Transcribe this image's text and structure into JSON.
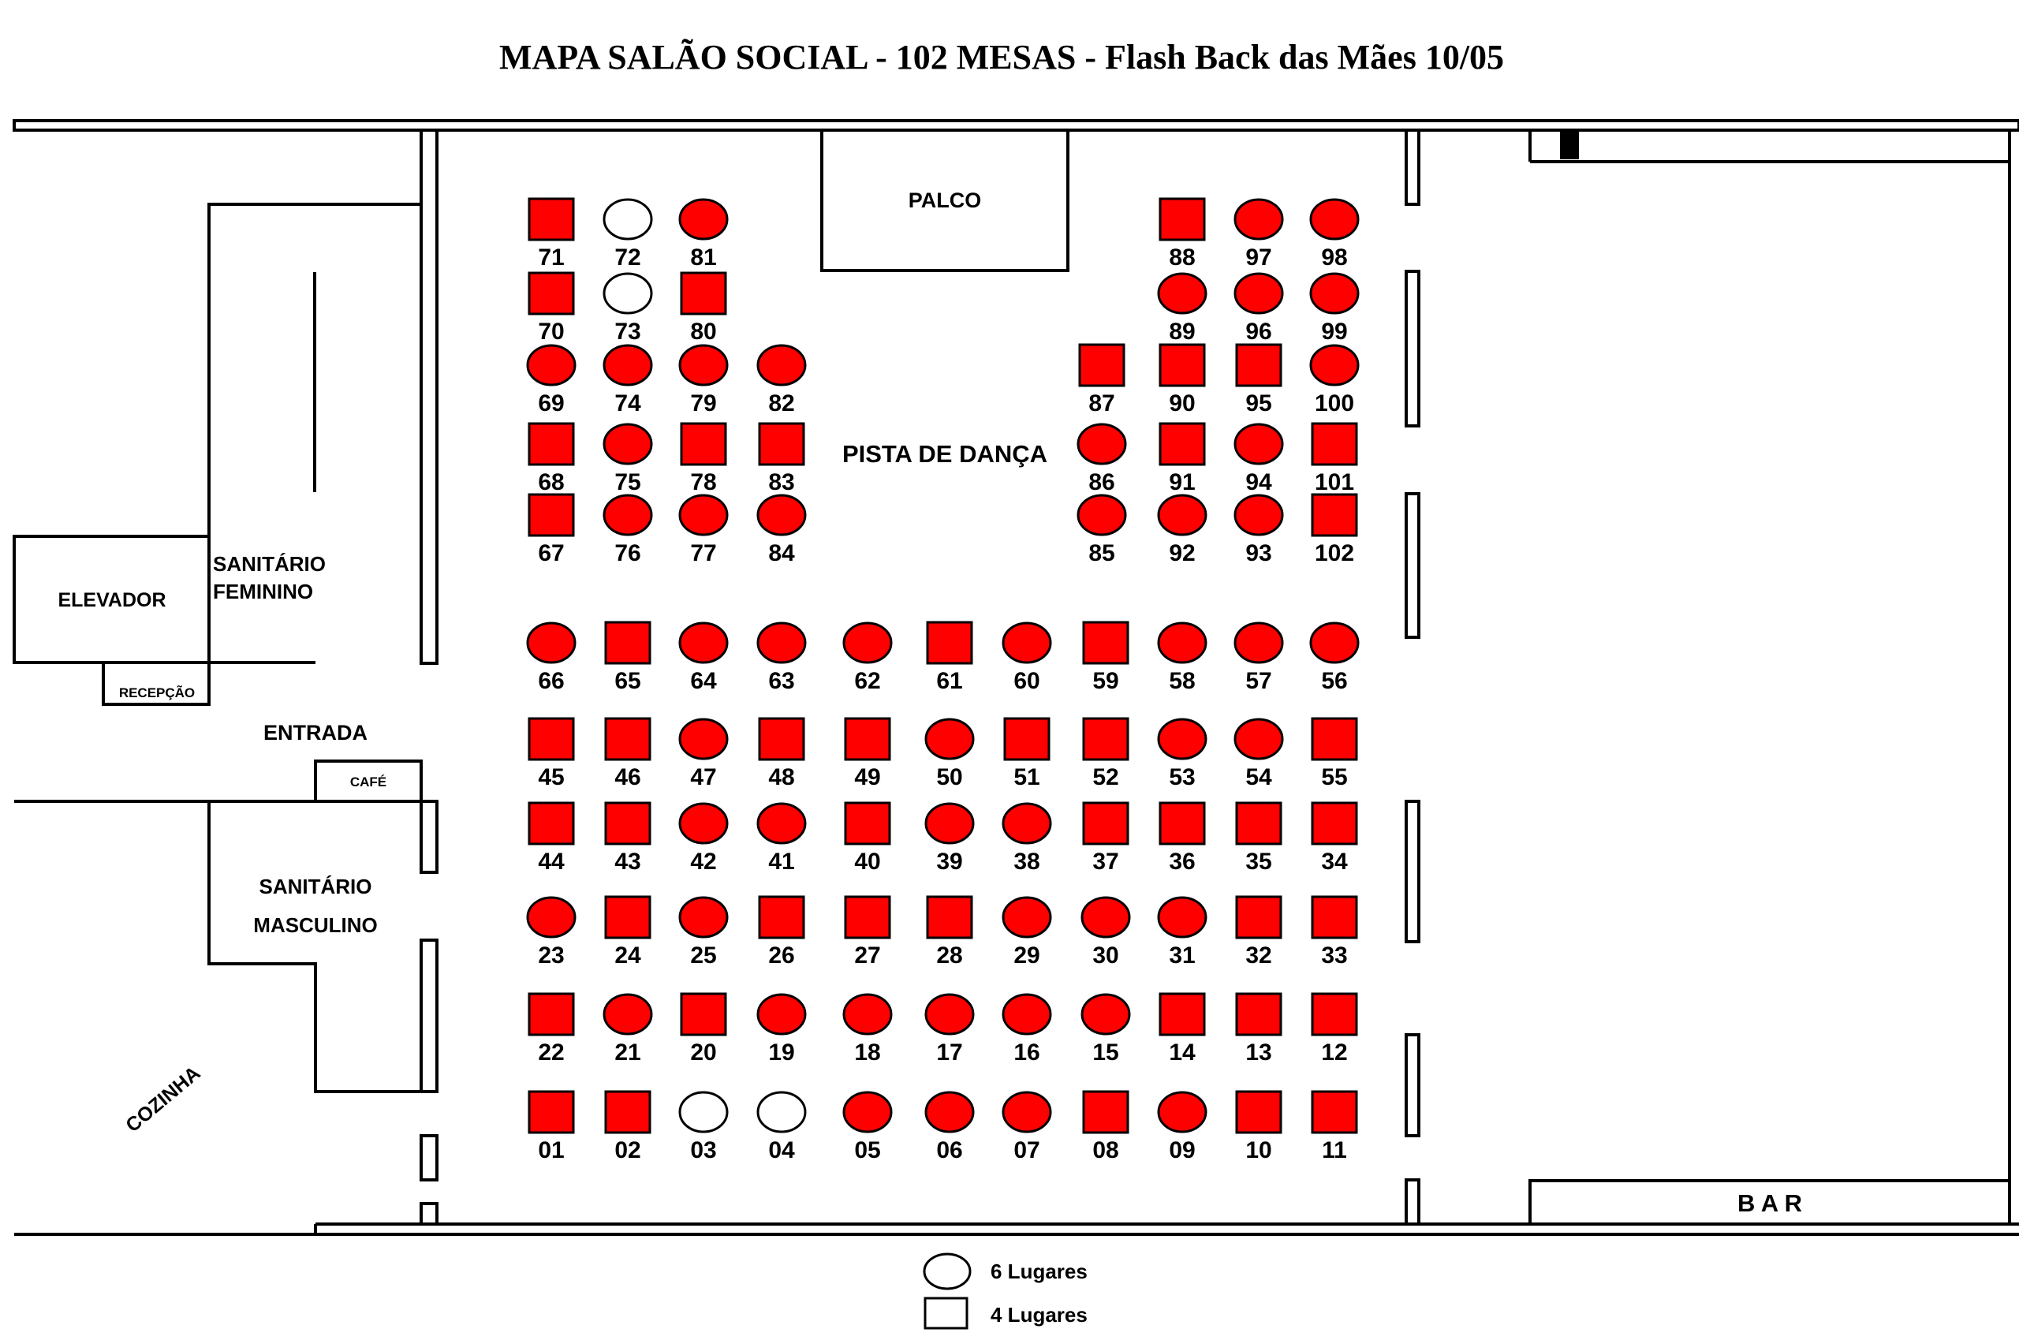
{
  "title": "MAPA SALÃO SOCIAL - 102 MESAS - Flash Back das Mães 10/05",
  "colors": {
    "occupied": "#ff0000",
    "free": "#ffffff",
    "stroke": "#000000"
  },
  "rooms": {
    "palco": "PALCO",
    "pista": "PISTA DE DANÇA",
    "elevador": "ELEVADOR",
    "recepcao": "RECEPÇÃO",
    "entrada": "ENTRADA",
    "cafe": "CAFÉ",
    "sanitario_feminino_1": "SANITÁRIO",
    "sanitario_feminino_2": "FEMININO",
    "sanitario_masculino_1": "SANITÁRIO",
    "sanitario_masculino_2": "MASCULINO",
    "cozinha": "COZINHA",
    "bar": "B A R"
  },
  "legend": {
    "circle_label": "6 Lugares",
    "square_label": "4 Lugares"
  },
  "tables": [
    {
      "n": "71",
      "shape": "square",
      "status": "occupied"
    },
    {
      "n": "72",
      "shape": "circle",
      "status": "free"
    },
    {
      "n": "81",
      "shape": "circle",
      "status": "occupied"
    },
    {
      "n": "70",
      "shape": "square",
      "status": "occupied"
    },
    {
      "n": "73",
      "shape": "circle",
      "status": "free"
    },
    {
      "n": "80",
      "shape": "square",
      "status": "occupied"
    },
    {
      "n": "69",
      "shape": "circle",
      "status": "occupied"
    },
    {
      "n": "74",
      "shape": "circle",
      "status": "occupied"
    },
    {
      "n": "79",
      "shape": "circle",
      "status": "occupied"
    },
    {
      "n": "82",
      "shape": "circle",
      "status": "occupied"
    },
    {
      "n": "68",
      "shape": "square",
      "status": "occupied"
    },
    {
      "n": "75",
      "shape": "circle",
      "status": "occupied"
    },
    {
      "n": "78",
      "shape": "square",
      "status": "occupied"
    },
    {
      "n": "83",
      "shape": "square",
      "status": "occupied"
    },
    {
      "n": "67",
      "shape": "square",
      "status": "occupied"
    },
    {
      "n": "76",
      "shape": "circle",
      "status": "occupied"
    },
    {
      "n": "77",
      "shape": "circle",
      "status": "occupied"
    },
    {
      "n": "84",
      "shape": "circle",
      "status": "occupied"
    },
    {
      "n": "88",
      "shape": "square",
      "status": "occupied"
    },
    {
      "n": "97",
      "shape": "circle",
      "status": "occupied"
    },
    {
      "n": "98",
      "shape": "circle",
      "status": "occupied"
    },
    {
      "n": "89",
      "shape": "circle",
      "status": "occupied"
    },
    {
      "n": "96",
      "shape": "circle",
      "status": "occupied"
    },
    {
      "n": "99",
      "shape": "circle",
      "status": "occupied"
    },
    {
      "n": "87",
      "shape": "square",
      "status": "occupied"
    },
    {
      "n": "90",
      "shape": "square",
      "status": "occupied"
    },
    {
      "n": "95",
      "shape": "square",
      "status": "occupied"
    },
    {
      "n": "100",
      "shape": "circle",
      "status": "occupied"
    },
    {
      "n": "86",
      "shape": "circle",
      "status": "occupied"
    },
    {
      "n": "91",
      "shape": "square",
      "status": "occupied"
    },
    {
      "n": "94",
      "shape": "circle",
      "status": "occupied"
    },
    {
      "n": "101",
      "shape": "square",
      "status": "occupied"
    },
    {
      "n": "85",
      "shape": "circle",
      "status": "occupied"
    },
    {
      "n": "92",
      "shape": "circle",
      "status": "occupied"
    },
    {
      "n": "93",
      "shape": "circle",
      "status": "occupied"
    },
    {
      "n": "102",
      "shape": "square",
      "status": "occupied"
    },
    {
      "n": "66",
      "shape": "circle",
      "status": "occupied"
    },
    {
      "n": "65",
      "shape": "square",
      "status": "occupied"
    },
    {
      "n": "64",
      "shape": "circle",
      "status": "occupied"
    },
    {
      "n": "63",
      "shape": "circle",
      "status": "occupied"
    },
    {
      "n": "62",
      "shape": "circle",
      "status": "occupied"
    },
    {
      "n": "61",
      "shape": "square",
      "status": "occupied"
    },
    {
      "n": "60",
      "shape": "circle",
      "status": "occupied"
    },
    {
      "n": "59",
      "shape": "square",
      "status": "occupied"
    },
    {
      "n": "58",
      "shape": "circle",
      "status": "occupied"
    },
    {
      "n": "57",
      "shape": "circle",
      "status": "occupied"
    },
    {
      "n": "56",
      "shape": "circle",
      "status": "occupied"
    },
    {
      "n": "45",
      "shape": "square",
      "status": "occupied"
    },
    {
      "n": "46",
      "shape": "square",
      "status": "occupied"
    },
    {
      "n": "47",
      "shape": "circle",
      "status": "occupied"
    },
    {
      "n": "48",
      "shape": "square",
      "status": "occupied"
    },
    {
      "n": "49",
      "shape": "square",
      "status": "occupied"
    },
    {
      "n": "50",
      "shape": "circle",
      "status": "occupied"
    },
    {
      "n": "51",
      "shape": "square",
      "status": "occupied"
    },
    {
      "n": "52",
      "shape": "square",
      "status": "occupied"
    },
    {
      "n": "53",
      "shape": "circle",
      "status": "occupied"
    },
    {
      "n": "54",
      "shape": "circle",
      "status": "occupied"
    },
    {
      "n": "55",
      "shape": "square",
      "status": "occupied"
    },
    {
      "n": "44",
      "shape": "square",
      "status": "occupied"
    },
    {
      "n": "43",
      "shape": "square",
      "status": "occupied"
    },
    {
      "n": "42",
      "shape": "circle",
      "status": "occupied"
    },
    {
      "n": "41",
      "shape": "circle",
      "status": "occupied"
    },
    {
      "n": "40",
      "shape": "square",
      "status": "occupied"
    },
    {
      "n": "39",
      "shape": "circle",
      "status": "occupied"
    },
    {
      "n": "38",
      "shape": "circle",
      "status": "occupied"
    },
    {
      "n": "37",
      "shape": "square",
      "status": "occupied"
    },
    {
      "n": "36",
      "shape": "square",
      "status": "occupied"
    },
    {
      "n": "35",
      "shape": "square",
      "status": "occupied"
    },
    {
      "n": "34",
      "shape": "square",
      "status": "occupied"
    },
    {
      "n": "23",
      "shape": "circle",
      "status": "occupied"
    },
    {
      "n": "24",
      "shape": "square",
      "status": "occupied"
    },
    {
      "n": "25",
      "shape": "circle",
      "status": "occupied"
    },
    {
      "n": "26",
      "shape": "square",
      "status": "occupied"
    },
    {
      "n": "27",
      "shape": "square",
      "status": "occupied"
    },
    {
      "n": "28",
      "shape": "square",
      "status": "occupied"
    },
    {
      "n": "29",
      "shape": "circle",
      "status": "occupied"
    },
    {
      "n": "30",
      "shape": "circle",
      "status": "occupied"
    },
    {
      "n": "31",
      "shape": "circle",
      "status": "occupied"
    },
    {
      "n": "32",
      "shape": "square",
      "status": "occupied"
    },
    {
      "n": "33",
      "shape": "square",
      "status": "occupied"
    },
    {
      "n": "22",
      "shape": "square",
      "status": "occupied"
    },
    {
      "n": "21",
      "shape": "circle",
      "status": "occupied"
    },
    {
      "n": "20",
      "shape": "square",
      "status": "occupied"
    },
    {
      "n": "19",
      "shape": "circle",
      "status": "occupied"
    },
    {
      "n": "18",
      "shape": "circle",
      "status": "occupied"
    },
    {
      "n": "17",
      "shape": "circle",
      "status": "occupied"
    },
    {
      "n": "16",
      "shape": "circle",
      "status": "occupied"
    },
    {
      "n": "15",
      "shape": "circle",
      "status": "occupied"
    },
    {
      "n": "14",
      "shape": "square",
      "status": "occupied"
    },
    {
      "n": "13",
      "shape": "square",
      "status": "occupied"
    },
    {
      "n": "12",
      "shape": "square",
      "status": "occupied"
    },
    {
      "n": "01",
      "shape": "square",
      "status": "occupied"
    },
    {
      "n": "02",
      "shape": "square",
      "status": "occupied"
    },
    {
      "n": "03",
      "shape": "circle",
      "status": "free"
    },
    {
      "n": "04",
      "shape": "circle",
      "status": "free"
    },
    {
      "n": "05",
      "shape": "circle",
      "status": "occupied"
    },
    {
      "n": "06",
      "shape": "circle",
      "status": "occupied"
    },
    {
      "n": "07",
      "shape": "circle",
      "status": "occupied"
    },
    {
      "n": "08",
      "shape": "square",
      "status": "occupied"
    },
    {
      "n": "09",
      "shape": "circle",
      "status": "occupied"
    },
    {
      "n": "10",
      "shape": "square",
      "status": "occupied"
    },
    {
      "n": "11",
      "shape": "square",
      "status": "occupied"
    }
  ]
}
